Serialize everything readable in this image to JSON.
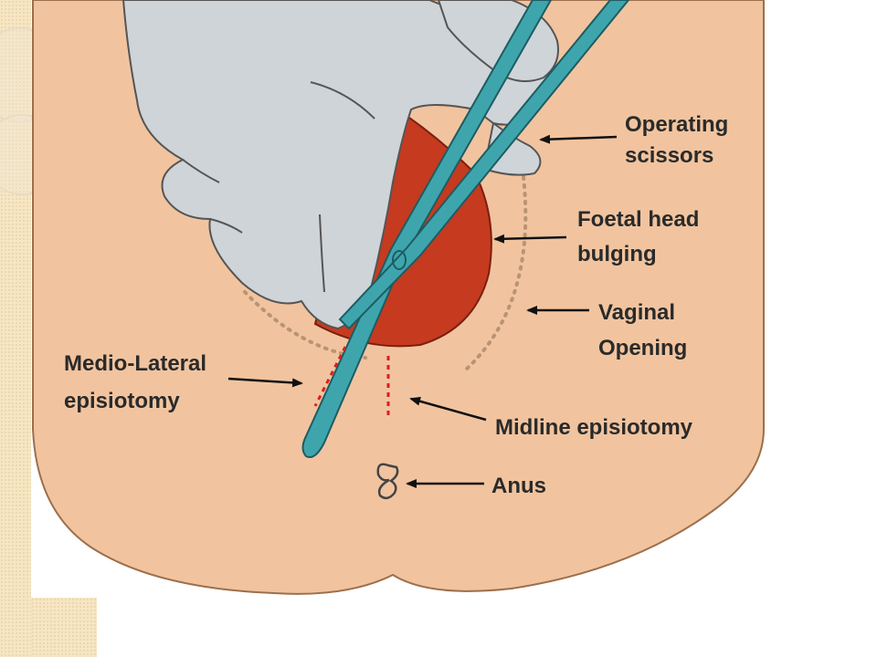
{
  "labels": {
    "operating_scissors": [
      "Operating",
      "scissors"
    ],
    "foetal_head": [
      "Foetal head",
      "bulging"
    ],
    "vaginal_opening": [
      "Vaginal",
      "Opening"
    ],
    "mediolateral": [
      "Medio-Lateral",
      "episiotomy"
    ],
    "midline": "Midline episiotomy",
    "anus": "Anus"
  },
  "colors": {
    "skin": "#f1c49f",
    "glove": "#cfd4d8",
    "head": "#c63a1f",
    "scissors": "#3fa5ad",
    "incision": "#d92020",
    "dotted": "#b99474",
    "text": "#2a2a2a"
  }
}
